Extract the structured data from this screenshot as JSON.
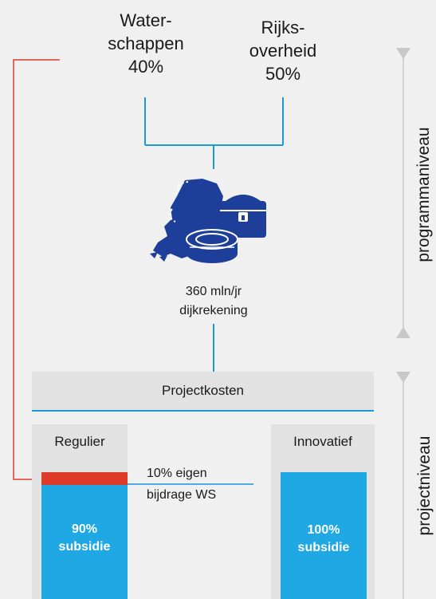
{
  "top": {
    "waterschappen": {
      "line1": "Water-",
      "line2": "schappen",
      "pct": "40%"
    },
    "rijksoverheid": {
      "line1": "Rijks-",
      "line2": "overheid",
      "pct": "50%"
    }
  },
  "center": {
    "amount": "360 mln/jr",
    "label": "dijkrekening"
  },
  "side": {
    "upper": "programmaniveau",
    "lower": "projectniveau"
  },
  "projectkosten": "Projectkosten",
  "regulier": {
    "title": "Regulier",
    "pct": "90%",
    "label": "subsidie"
  },
  "innovatief": {
    "title": "Innovatief",
    "pct": "100%",
    "label": "subsidie"
  },
  "eigen": {
    "line1": "10% eigen",
    "line2": "bijdrage WS"
  },
  "colors": {
    "blue": "#1fa8e3",
    "dark_blue": "#1d3f9a",
    "red": "#e03a2b",
    "gray": "#e2e2e2"
  }
}
